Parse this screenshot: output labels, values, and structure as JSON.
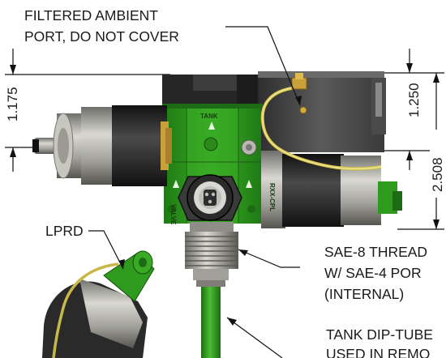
{
  "callouts": {
    "ambient_line1": "FILTERED AMBIENT",
    "ambient_line2": "PORT, DO NOT COVER",
    "lprd": "LPRD",
    "sae_line1": "SAE-8 THREAD",
    "sae_line2": "W/ SAE-4 POR",
    "sae_line3": "(INTERNAL)",
    "dip_line1": "TANK DIP-TUBE",
    "dip_line2": "USED IN REMO"
  },
  "dimensions": {
    "left_height": "1.175",
    "right_height": "1.250",
    "overall_height": "2.508"
  },
  "block_markings": {
    "top": "TANK",
    "left": "VALVE",
    "right": "RXX-CPL"
  },
  "colors": {
    "manifold_green": "#2f9a1f",
    "dark_green": "#1d6b14",
    "solenoid_dark": "#2a2a2a",
    "metal": "#9a9a96",
    "brass": "#c9a03a"
  }
}
